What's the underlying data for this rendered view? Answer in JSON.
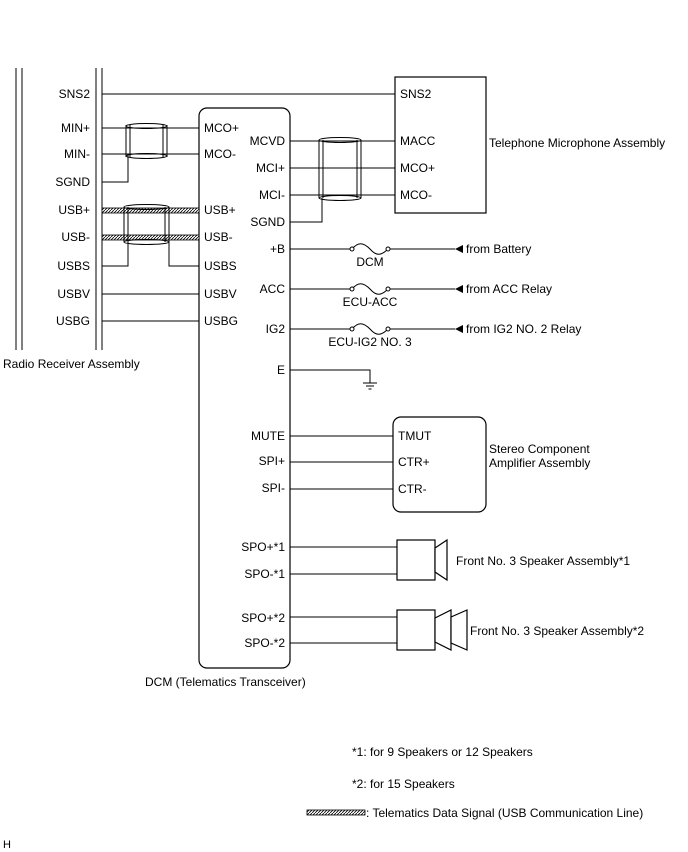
{
  "radio": {
    "name": "Radio Receiver Assembly",
    "pins": [
      "SNS2",
      "MIN+",
      "MIN-",
      "SGND",
      "USB+",
      "USB-",
      "USBS",
      "USBV",
      "USBG"
    ]
  },
  "dcm": {
    "name": "DCM (Telematics Transceiver)",
    "left_pins": [
      "MCO+",
      "MCO-",
      "USB+",
      "USB-",
      "USBS",
      "USBV",
      "USBG"
    ],
    "right_pins": [
      "MCVD",
      "MCI+",
      "MCI-",
      "SGND",
      "+B",
      "ACC",
      "IG2",
      "E",
      "MUTE",
      "SPI+",
      "SPI-",
      "SPO+*1",
      "SPO-*1",
      "SPO+*2",
      "SPO-*2"
    ]
  },
  "mic": {
    "name": "Telephone Microphone Assembly",
    "pins": [
      "SNS2",
      "MACC",
      "MCO+",
      "MCO-"
    ]
  },
  "amp": {
    "name_line1": "Stereo Component",
    "name_line2": "Amplifier Assembly",
    "pins": [
      "TMUT",
      "CTR+",
      "CTR-"
    ]
  },
  "speakers": {
    "sp1": "Front No. 3 Speaker Assembly*1",
    "sp2": "Front No. 3 Speaker Assembly*2"
  },
  "power": {
    "fuse1": "DCM",
    "src1": "from Battery",
    "fuse2": "ECU-ACC",
    "src2": "from ACC Relay",
    "fuse3": "ECU-IG2 NO. 3",
    "src3": "from IG2 NO. 2 Relay"
  },
  "notes": {
    "n1": "*1: for 9 Speakers or 12 Speakers",
    "n2": "*2: for 15 Speakers",
    "legend": ": Telematics Data Signal (USB Communication Line)",
    "corner": "H"
  }
}
